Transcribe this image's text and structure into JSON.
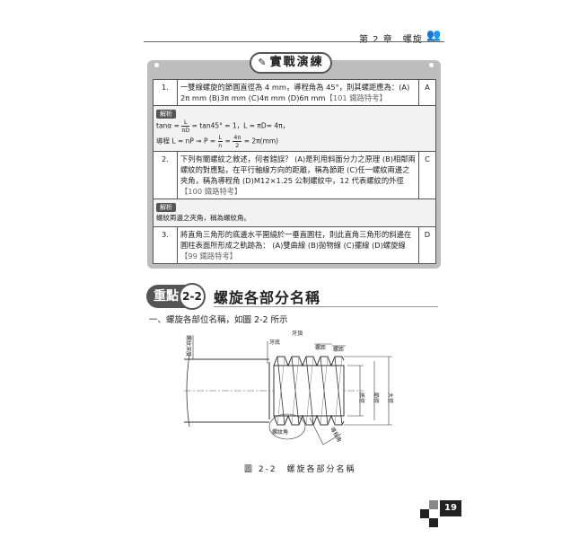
{
  "header": {
    "chapter": "第 2 章　螺旋",
    "icon": "people-icon"
  },
  "section_title": "實戰演練",
  "questions": [
    {
      "num": "1.",
      "text": "一雙線螺旋的節圓直徑為 4 mm，導程角為 45°，則其螺距應為：(A) 2π mm (B)3π mm (C)4π mm (D)6π mm",
      "source": "【101 鐵路特考】",
      "answer": "A"
    },
    {
      "num": "2.",
      "text": "下列有關螺紋之敘述，何者錯誤？ (A)是利用斜面分力之原理 (B)相鄰兩螺紋的對應點，在平行軸線方向的距離，稱為節距 (C)任一螺紋兩邊之夾角，稱為導程角 (D)M12×1.25 公制螺紋中，12 代表螺紋的外徑",
      "source": "【100 鐵路特考】",
      "answer": "C"
    },
    {
      "num": "3.",
      "text": "將直角三角形的底邊水平圍繞於一垂直圓柱，則此直角三角形的斜邊在圓柱表面所形成之軌跡為： (A)雙曲線 (B)拋物線 (C)擺線 (D)螺旋線",
      "source": "【99 鐵路特考】",
      "answer": "D"
    }
  ],
  "solutions": {
    "tag": "解析",
    "s1_line1_a": "tanα =",
    "s1_frac1_num": "L",
    "s1_frac1_den": "πD",
    "s1_line1_b": "= tan45° = 1，L = πD= 4π，",
    "s1_line2_a": "導程 L = nP ⇒ P =",
    "s1_frac2_num": "L",
    "s1_frac2_den": "n",
    "s1_line2_b": "=",
    "s1_frac3_num": "4π",
    "s1_frac3_den": "2",
    "s1_line2_c": "= 2π(mm)",
    "s2_text": "螺紋兩邊之夾角，稱為螺紋角。"
  },
  "keypoint": {
    "label": "重點",
    "number": "2-2",
    "title": "螺旋各部分名稱"
  },
  "subheading": "一、螺旋各部位名稱，如圖 2-2 所示",
  "figure_labels": {
    "thread_depth": "螺紋深度",
    "crest": "牙頂",
    "root": "牙底",
    "pitch": "螺距",
    "root_dia": "底徑",
    "pitch_dia": "節徑",
    "major_dia": "大徑",
    "thread_angle": "螺紋角",
    "lead_angle": "導程角"
  },
  "caption": "圖 2-2　螺旋各部分名稱",
  "page_number": "19"
}
